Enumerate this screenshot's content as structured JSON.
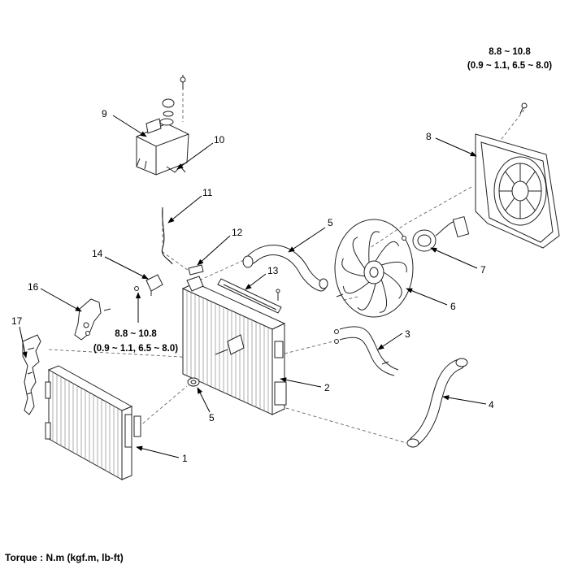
{
  "callouts": {
    "c1": "1",
    "c2": "2",
    "c3": "3",
    "c4": "4",
    "c5a": "5",
    "c5b": "5",
    "c6": "6",
    "c7": "7",
    "c8": "8",
    "c9": "9",
    "c10": "10",
    "c11": "11",
    "c12": "12",
    "c13": "13",
    "c14": "14",
    "c16": "16",
    "c17": "17"
  },
  "torque": {
    "top": {
      "line1": "8.8 ~ 10.8",
      "line2": "(0.9 ~ 1.1, 6.5 ~ 8.0)"
    },
    "mid": {
      "line1": "8.8 ~ 10.8",
      "line2": "(0.9 ~ 1.1, 6.5 ~ 8.0)"
    }
  },
  "footer": {
    "label": "Torque : N.m (kgf.m, lb-ft)"
  },
  "colors": {
    "line": "#000000",
    "background": "#ffffff"
  }
}
